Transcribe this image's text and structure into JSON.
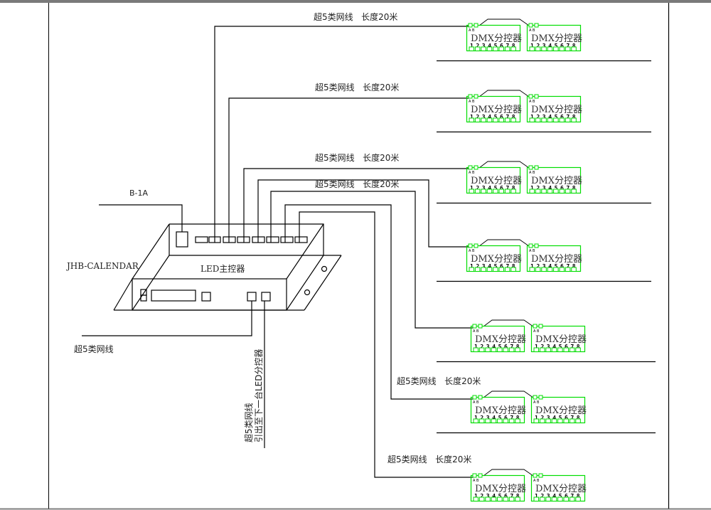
{
  "diagram": {
    "controller": {
      "model": "JHB-CALENDAR",
      "name": "LED主控器",
      "power_label": "B-1A"
    },
    "bottom_cable_label": "超5类网线",
    "vertical_note_line1": "超5类网线",
    "vertical_note_line2": "引出至下一台LED分控器",
    "cable_label": "超5类网线   长度20米",
    "splitter_label": "DMX分控器",
    "splitter_ab_label": "A B",
    "splitter_pins": [
      "1",
      "2",
      "3",
      "4",
      "5",
      "6",
      "7",
      "8"
    ],
    "rows": [
      {
        "cable_label": "超5类网线   长度20米",
        "splitters": [
          "DMX分控器",
          "DMX分控器"
        ]
      },
      {
        "cable_label": "超5类网线   长度20米",
        "splitters": [
          "DMX分控器",
          "DMX分控器"
        ]
      },
      {
        "cable_label": "超5类网线   长度20米",
        "splitters": [
          "DMX分控器",
          "DMX分控器"
        ]
      },
      {
        "cable_label": "超5类网线   长度20米",
        "splitters": [
          "DMX分控器",
          "DMX分控器"
        ]
      },
      {
        "cable_label": "",
        "splitters": [
          "DMX分控器",
          "DMX分控器"
        ]
      },
      {
        "cable_label": "超5类网线   长度20米",
        "splitters": [
          "DMX分控器",
          "DMX分控器"
        ]
      },
      {
        "cable_label": "超5类网线   长度20米",
        "splitters": [
          "DMX分控器",
          "DMX分控器"
        ]
      }
    ],
    "colors": {
      "splitter_outline": "#00dd00",
      "line": "#000000",
      "frame": "#808080"
    }
  }
}
